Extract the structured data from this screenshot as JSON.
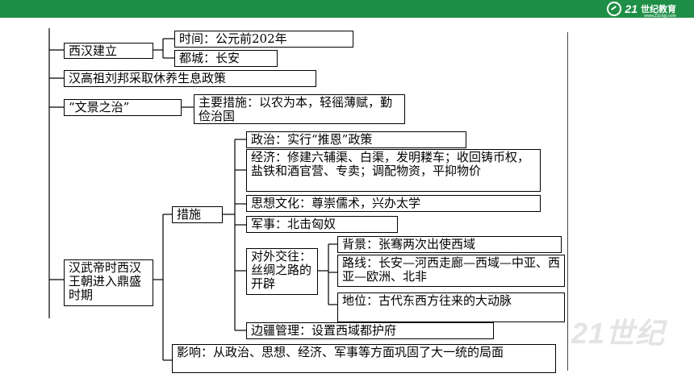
{
  "header": {
    "logo_num": "21",
    "logo_text": "世纪教育",
    "logo_url": "www.21cnjy.com"
  },
  "nodes": {
    "xihan_jianli": "西汉建立",
    "shijian": "时间：公元前202年",
    "ducheng": "都城：长安",
    "han_gaozu": "汉高祖刘邦采取休养生息政策",
    "wenjing": "“文景之治”",
    "wenjing_cuoshi": "主要措施：以农为本，轻徭薄赋，勤俭治国",
    "wudi": "汉武帝时西汉王朝进入鼎盛时期",
    "cuoshi": "措施",
    "zhengzhi": "政治：实行“推恩”政策",
    "jingji": "经济：修建六辅渠、白渠，发明耧车；收回铸币权，盐铁和酒官营、专卖；调配物资，平抑物价",
    "sixiang": "思想文化：尊崇儒术，兴办太学",
    "junshi": "军事：北击匈奴",
    "duiwai": "对外交往：丝绸之路的开辟",
    "beijing": "背景：张骞两次出使西域",
    "luxian": "路线：长安—河西走廊—西域—中亚、西亚—欧洲、北非",
    "diwei": "地位：古代东西方往来的大动脉",
    "bianjiang": "边疆管理：设置西域都护府",
    "yingxiang": "影响：从政治、思想、经济、军事等方面巩固了大一统的局面"
  }
}
